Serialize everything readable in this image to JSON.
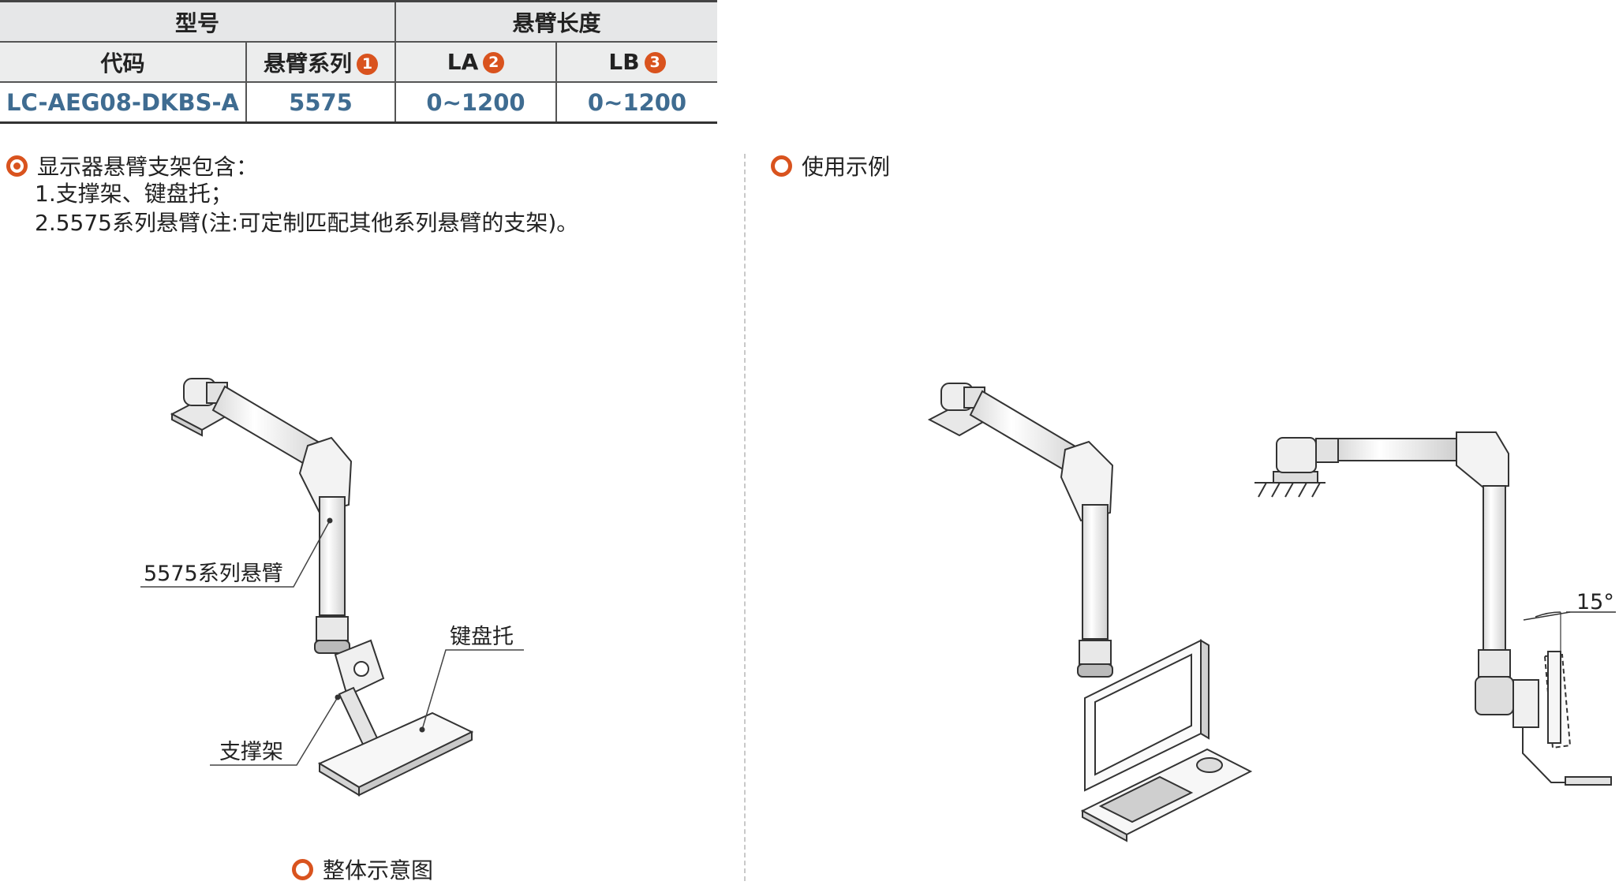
{
  "table": {
    "header1": {
      "model": "型号",
      "arm_length": "悬臂长度"
    },
    "header2": {
      "code": "代码",
      "arm_series": "悬臂系列",
      "arm_series_badge": "1",
      "la": "LA",
      "la_badge": "2",
      "lb": "LB",
      "lb_badge": "3"
    },
    "row": {
      "code": "LC-AEG08-DKBS-A",
      "arm_series": "5575",
      "la": "0~1200",
      "lb": "0~1200"
    }
  },
  "includes": {
    "title": "显示器悬臂支架包含：",
    "items": [
      "1.支撑架、键盘托；",
      "2.5575系列悬臂(注:可定制匹配其他系列悬臂的支架)。"
    ]
  },
  "usage": {
    "title": "使用示例"
  },
  "overview": {
    "caption": "整体示意图",
    "callouts": {
      "arm": "5575系列悬臂",
      "keyboard_tray": "键盘托",
      "support": "支撑架"
    }
  },
  "side_view": {
    "angle_label": "15°"
  },
  "colors": {
    "accent": "#d9531e",
    "value_blue": "#3f6c91",
    "header_gray": "#e6e7e8"
  }
}
